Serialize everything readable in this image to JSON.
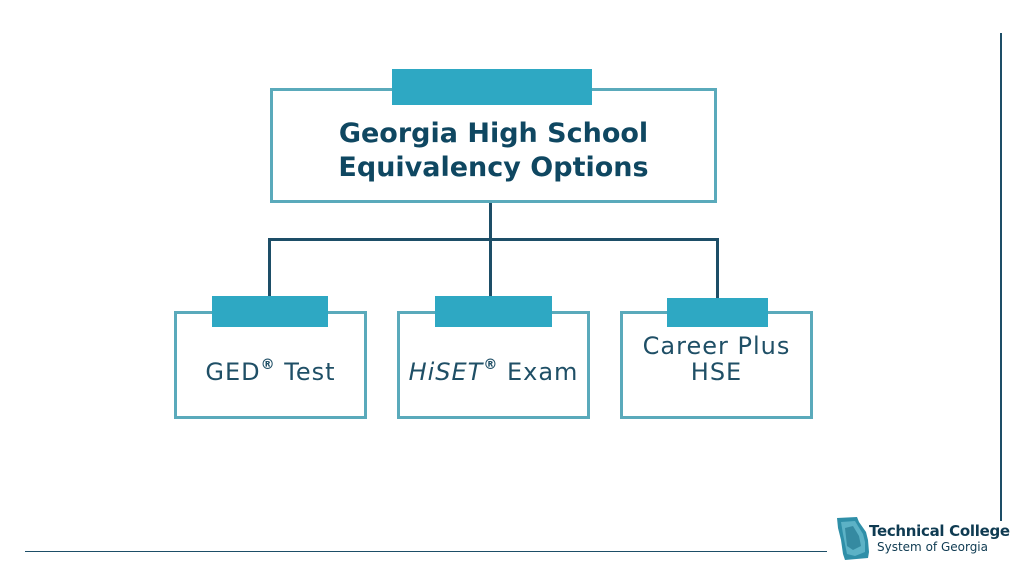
{
  "diagram": {
    "root": {
      "label_line1": "Georgia High School",
      "label_line2": "Equivalency Options"
    },
    "children": [
      {
        "label": "GED",
        "mark": "®",
        "suffix": " Test"
      },
      {
        "label": "HiSET",
        "mark": "®",
        "suffix": " Exam"
      },
      {
        "label_line1": "Career Plus",
        "label_line2": "HSE"
      }
    ]
  },
  "logo": {
    "line1": "Technical College",
    "line2": "System of Georgia"
  },
  "colors": {
    "accent": "#2ea8c3",
    "border": "#5aaabb",
    "connector": "#1d4e67",
    "text": "#0f4761"
  }
}
